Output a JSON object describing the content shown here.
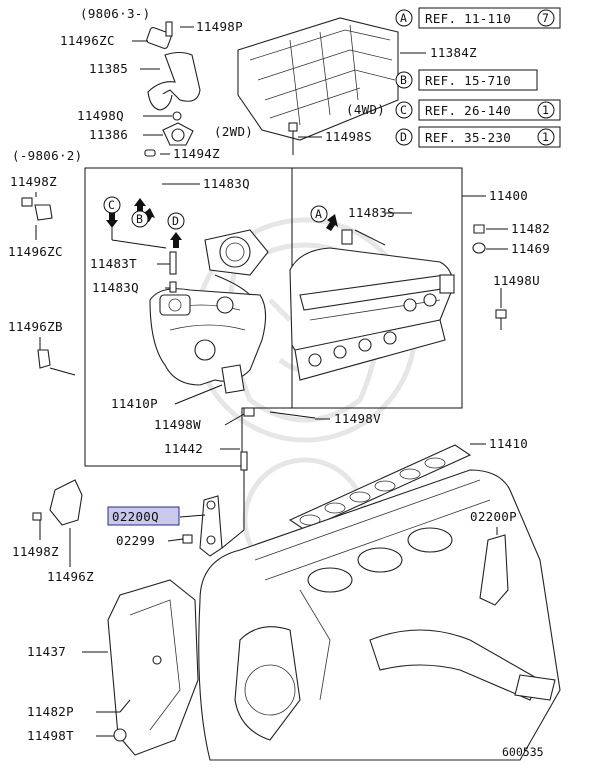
{
  "diagram_id": "600535",
  "highlighted_part": "02200Q",
  "labels": {
    "range_1": "(9806·3-)",
    "range_2": "(-9806·2)",
    "wd2": "(2WD)",
    "wd4": "(4WD)",
    "p11498P": "11498P",
    "p11496ZC_top": "11496ZC",
    "p11385": "11385",
    "p11498Q": "11498Q",
    "p11386": "11386",
    "p11494Z": "11494Z",
    "p11384Z": "11384Z",
    "p11498S": "11498S",
    "p11498Z_left": "11498Z",
    "p11496ZC_left": "11496ZC",
    "p11496ZB": "11496ZB",
    "p11483Q_top": "11483Q",
    "p11483T": "11483T",
    "p11483Q_mid": "11483Q",
    "p11483S": "11483S",
    "p11400": "11400",
    "p11482": "11482",
    "p11469": "11469",
    "p11498U": "11498U",
    "p11410P": "11410P",
    "p11498W": "11498W",
    "p11498V": "11498V",
    "p11442": "11442",
    "p11410": "11410",
    "p02200Q": "02200Q",
    "p02299": "02299",
    "p02200P": "02200P",
    "p11498Z_bottom": "11498Z",
    "p11496Z": "11496Z",
    "p11437": "11437",
    "p11482P": "11482P",
    "p11498T": "11498T"
  },
  "references": [
    {
      "letter": "A",
      "text": "REF. 11-110",
      "page": "7"
    },
    {
      "letter": "B",
      "text": "REF. 15-710",
      "page": ""
    },
    {
      "letter": "C",
      "text": "REF. 26-140",
      "page": "1"
    },
    {
      "letter": "D",
      "text": "REF. 35-230",
      "page": "1"
    }
  ],
  "callouts": {
    "c_left": "C",
    "b_left": "B",
    "d_left": "D",
    "a_mid": "A"
  }
}
